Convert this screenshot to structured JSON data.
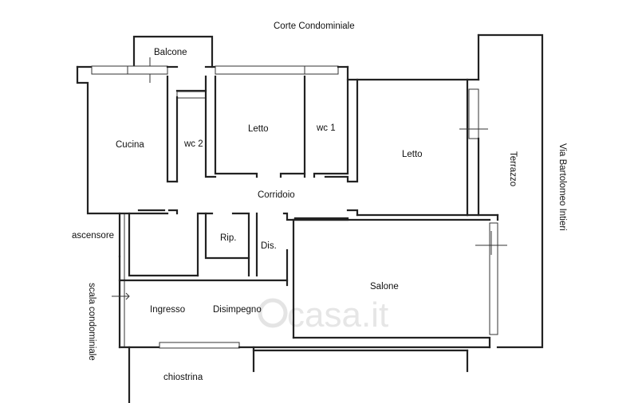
{
  "labels": {
    "corte": "Corte Condominiale",
    "balcone": "Balcone",
    "cucina": "Cucina",
    "wc2": "wc 2",
    "letto1": "Letto",
    "wc1": "wc 1",
    "letto2": "Letto",
    "terrazzo": "Terrazzo",
    "via": "Via Bartolomeo Intieri",
    "corridoio": "Corridoio",
    "ascensore": "ascensore",
    "rip": "Rip.",
    "dis": "Dis.",
    "salone": "Salone",
    "scala": "scala condominiale",
    "ingresso": "Ingresso",
    "disimpegno": "Disimpegno",
    "chiostrina": "chiostrina"
  },
  "watermark": "casa.it"
}
